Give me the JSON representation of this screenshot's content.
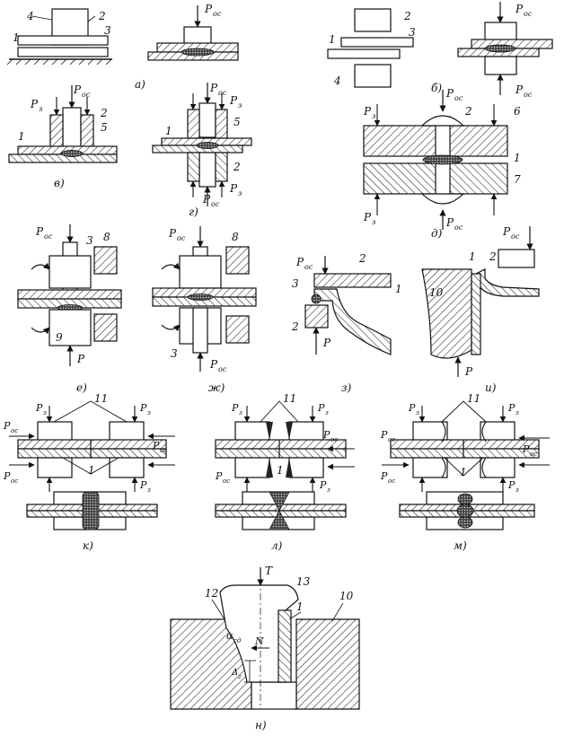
{
  "panel_labels": [
    "а)",
    "б)",
    "в)",
    "г)",
    "д)",
    "е)",
    "ж)",
    "з)",
    "и)",
    "к)",
    "л)",
    "м)",
    "н)"
  ],
  "force_labels": {
    "clamp": "P",
    "clamp_sub": "з",
    "upset": "P",
    "upset_sub": "ос",
    "upset_force": "P",
    "tangential": "T",
    "normal": "N"
  },
  "part_numbers": [
    "1",
    "2",
    "3",
    "4",
    "5",
    "6",
    "7",
    "8",
    "9",
    "10",
    "11",
    "12",
    "13"
  ],
  "angle_label": "α",
  "angle_sub": "сд",
  "delta_label": "Δ",
  "delta_sub": "z"
}
